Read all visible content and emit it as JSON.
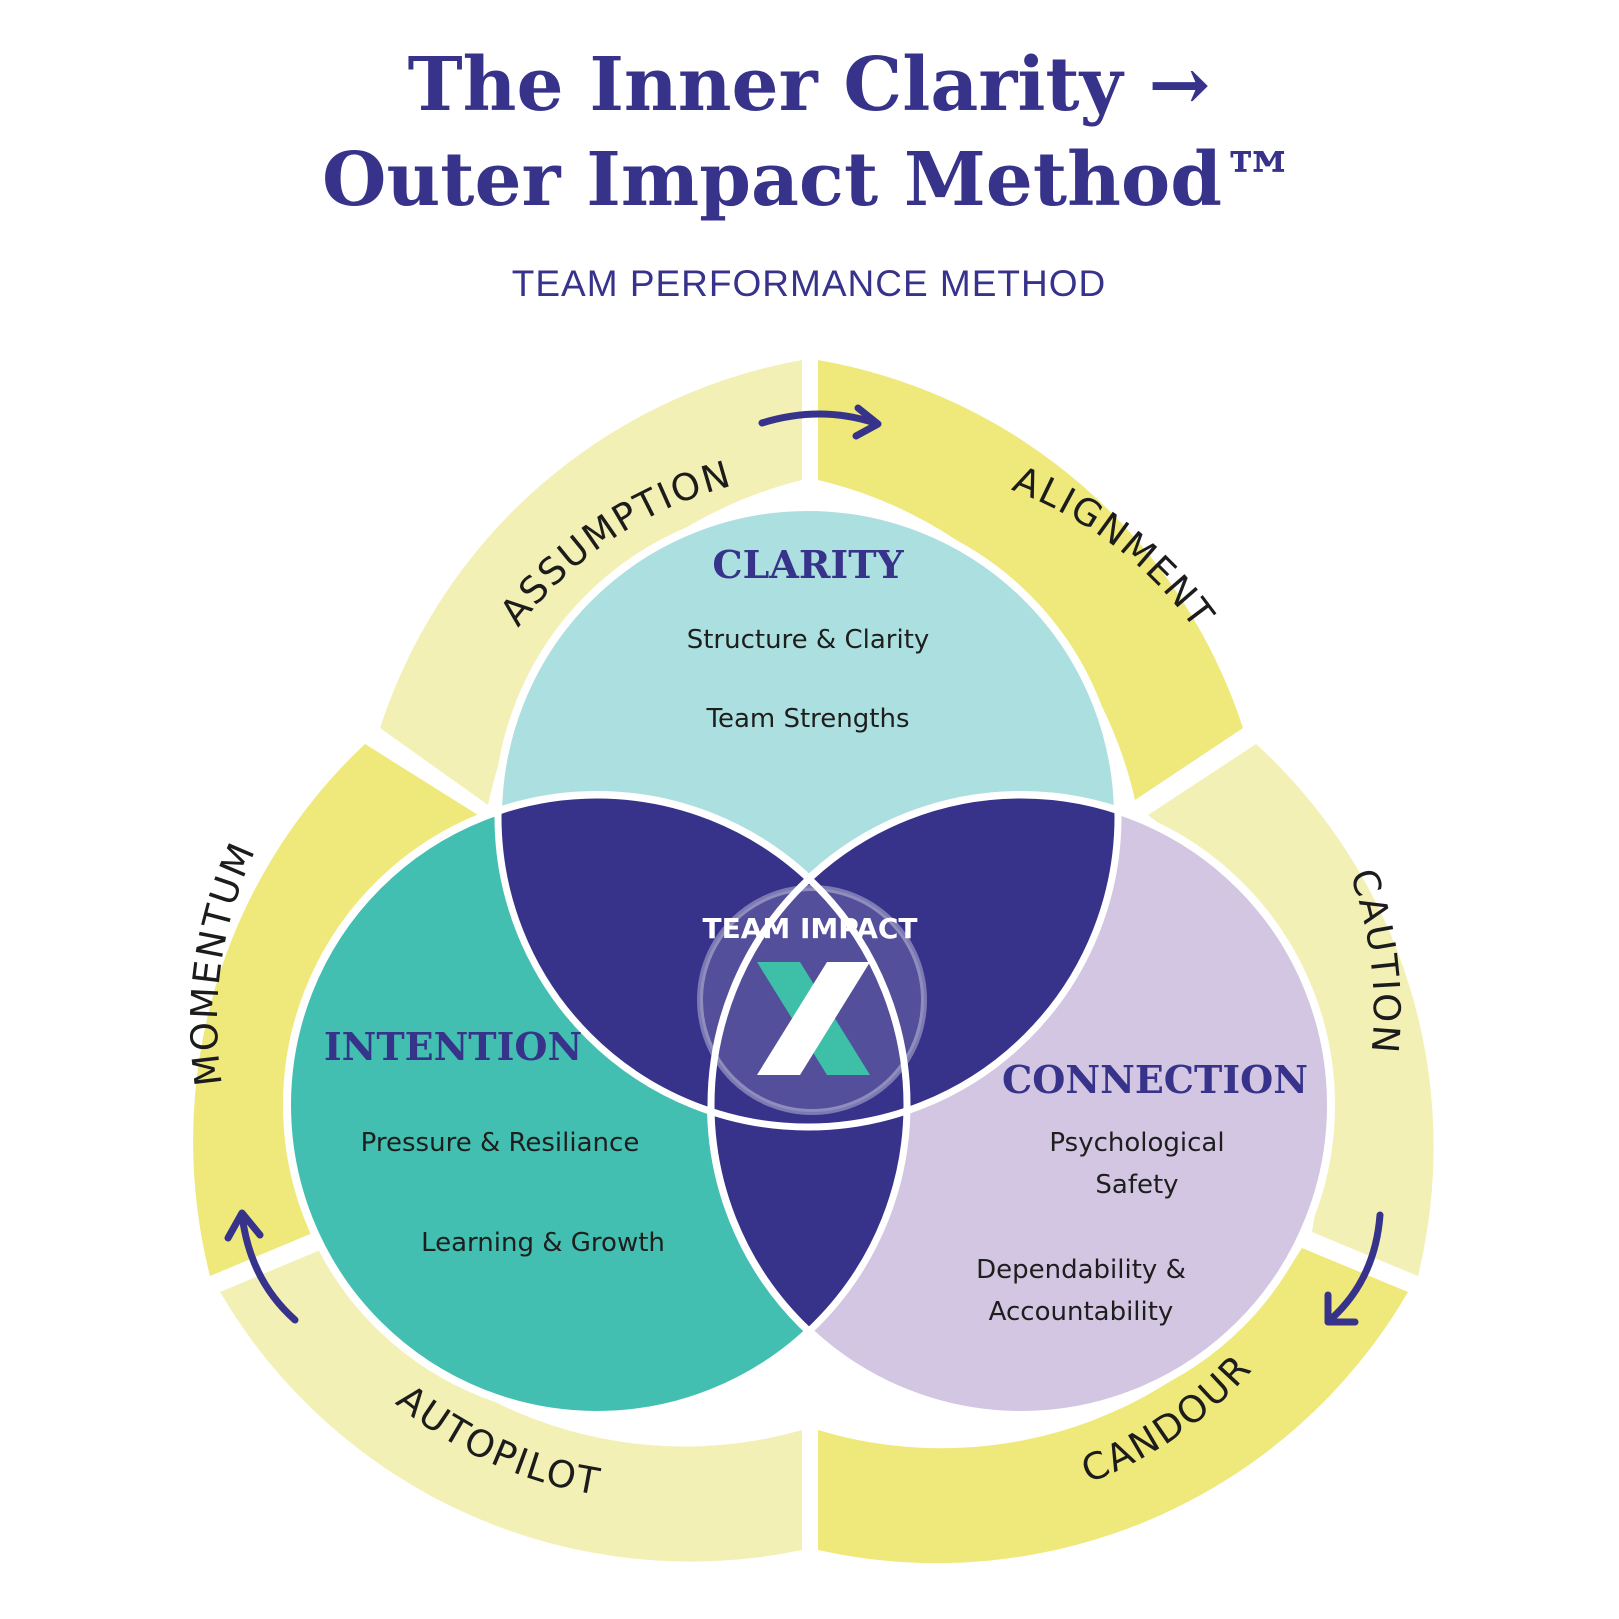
{
  "title": {
    "line1": "The Inner Clarity →",
    "line2": "Outer Impact Method™"
  },
  "subtitle": "TEAM PERFORMANCE METHOD",
  "ring_segments": {
    "assumption": "ASSUMPTION",
    "alignment": "ALIGNMENT",
    "caution": "CAUTION",
    "candour": "CANDOUR",
    "autopilot": "AUTOPILOT",
    "momentum": "MOMENTUM"
  },
  "circles": {
    "clarity": {
      "title": "CLARITY",
      "items": [
        "Structure & Clarity",
        "Team Strengths"
      ]
    },
    "intention": {
      "title": "INTENTION",
      "items": [
        "Pressure & Resiliance",
        "Learning & Growth"
      ]
    },
    "connection": {
      "title": "CONNECTION",
      "items": [
        "Psychological",
        "Safety",
        "Dependability &",
        "Accountability"
      ]
    }
  },
  "center": {
    "label": "TEAM IMPACT",
    "logo_glyph": "X"
  },
  "colors": {
    "navy": "#37338b",
    "ring_light": "#f3f0b5",
    "ring_bright": "#eee97a",
    "clarity": "#acdfdf",
    "intention": "#42bfb0",
    "connection": "#d2c6e2",
    "logo_teal": "#3dbfa8"
  }
}
